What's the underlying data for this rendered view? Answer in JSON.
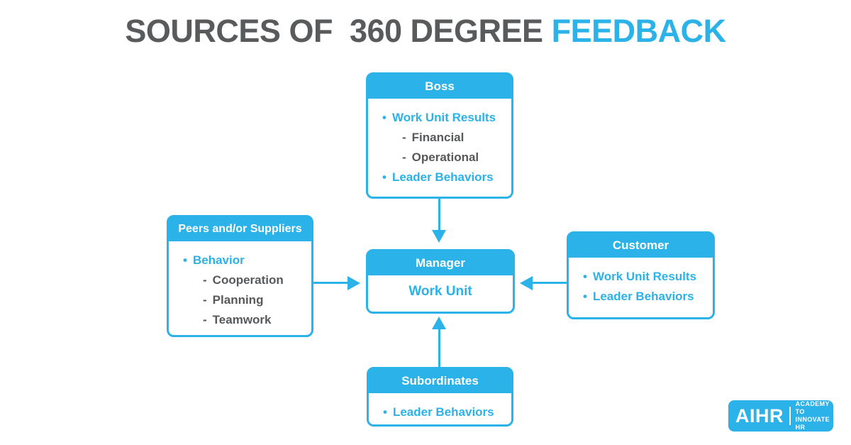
{
  "title": {
    "gray_part": "SOURCES OF  360 DEGREE ",
    "accent_part": "FEEDBACK"
  },
  "colors": {
    "accent_blue": "#2BB2E8",
    "title_gray": "#595A5C",
    "secondary_text_gray": "#57585A",
    "background": "#FFFFFF"
  },
  "boxes": {
    "boss": {
      "header": "Boss",
      "items": [
        {
          "marker": "•",
          "label": "Work Unit Results"
        },
        {
          "marker": "-",
          "label": "Financial"
        },
        {
          "marker": "-",
          "label": "Operational"
        },
        {
          "marker": "•",
          "label": "Leader Behaviors"
        }
      ]
    },
    "peers": {
      "header": "Peers and/or Suppliers",
      "items": [
        {
          "marker": "•",
          "label": "Behavior"
        },
        {
          "marker": "-",
          "label": "Cooperation"
        },
        {
          "marker": "-",
          "label": "Planning"
        },
        {
          "marker": "-",
          "label": "Teamwork"
        }
      ]
    },
    "manager": {
      "header": "Manager",
      "body": "Work Unit"
    },
    "customer": {
      "header": "Customer",
      "items": [
        {
          "marker": "•",
          "label": "Work Unit Results"
        },
        {
          "marker": "•",
          "label": "Leader Behaviors"
        }
      ]
    },
    "subordinates": {
      "header": "Subordinates",
      "items": [
        {
          "marker": "•",
          "label": "Leader Behaviors"
        }
      ]
    }
  },
  "logo": {
    "brand": "AIHR",
    "tagline_line1": "ACADEMY TO",
    "tagline_line2": "INNOVATE HR"
  }
}
